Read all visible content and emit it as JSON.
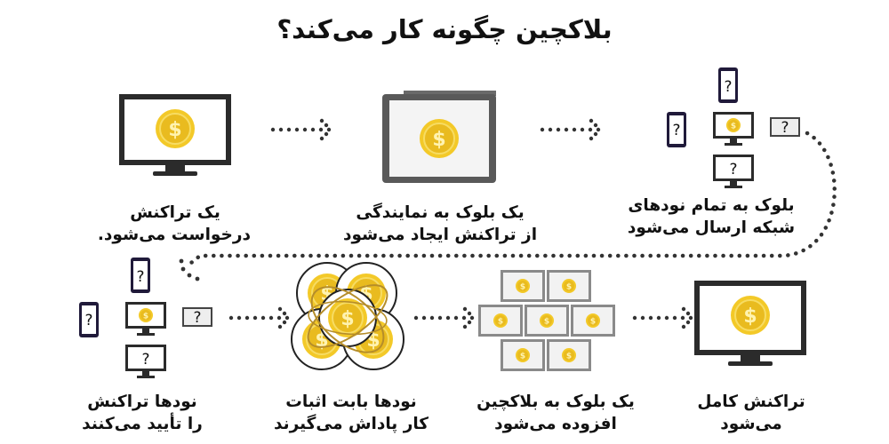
{
  "title": "بلاکچین چگونه کار می‌کند؟",
  "steps": [
    {
      "line1": "یک تراکنش",
      "line2": "درخواست می‌شود."
    },
    {
      "line1": "یک بلوک به نمایندگی",
      "line2": "از تراکنش ایجاد می‌شود"
    },
    {
      "line1": "بلوک به تمام نودهای",
      "line2": "شبکه ارسال می‌شود"
    },
    {
      "line1": "نودها تراکنش",
      "line2": "را تأیید می‌کنند"
    },
    {
      "line1": "نودها بابت اثبات",
      "line2": "کار پاداش می‌گیرند"
    },
    {
      "line1": "یک بلوک به بلاکچین",
      "line2": "افزوده می‌شود"
    },
    {
      "line1": "تراکنش کامل",
      "line2": "می‌شود"
    }
  ],
  "symbols": {
    "dollar": "$",
    "unknown": "?"
  },
  "colors": {
    "coin": "#f3c928",
    "coin_dark": "#d9a818",
    "coin_ring": "#f7dc63",
    "device": "#2b2b2b",
    "phone": "#201a3a",
    "gold_ring": "#b58d2a"
  }
}
